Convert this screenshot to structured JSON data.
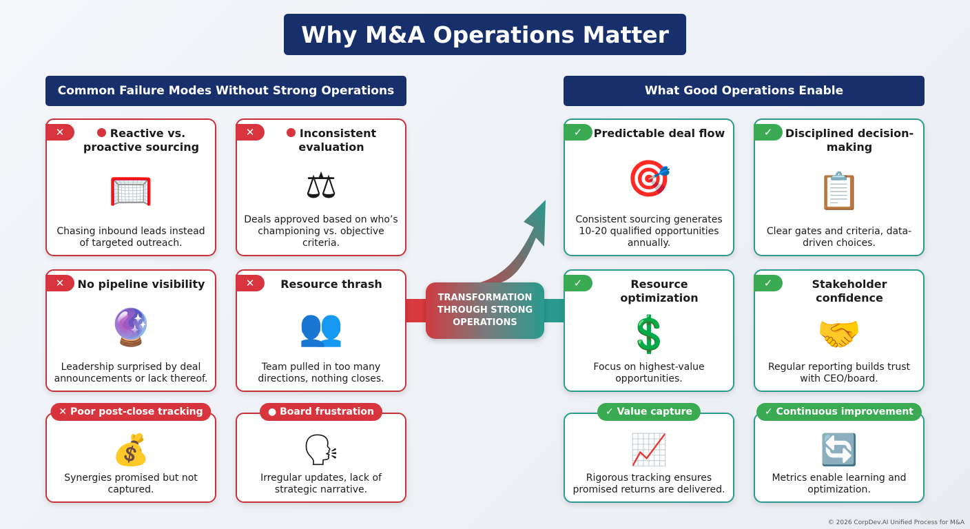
{
  "title": "Why M&A Operations Matter",
  "left_header": "Common Failure Modes Without Strong Operations",
  "right_header": "What Good Operations Enable",
  "center_label": "TRANSFORMATION THROUGH STRONG OPERATIONS",
  "footer": "© 2026 CorpDev.AI Unified Process for M&A",
  "colors": {
    "navy": "#17306b",
    "red": "#d8343d",
    "teal": "#2a9a8e",
    "green": "#3aab52"
  },
  "failures": [
    {
      "title": "Reactive vs. proactive sourcing",
      "desc": "Chasing inbound leads instead of targeted outreach.",
      "icon": "person-with-net-icon",
      "glyph": "🥅",
      "dot": true
    },
    {
      "title": "Inconsistent evaluation",
      "desc": "Deals approved based on who’s championing vs. objective criteria.",
      "icon": "unbalanced-scale-icon",
      "glyph": "⚖",
      "dot": true
    },
    {
      "title": "No pipeline visibility",
      "desc": "Leadership surprised by deal announcements or lack thereof.",
      "icon": "crystal-ball-icon",
      "glyph": "🔮"
    },
    {
      "title": "Resource thrash",
      "desc": "Team pulled in too many directions, nothing closes.",
      "icon": "team-arrows-icon",
      "glyph": "👥"
    },
    {
      "title": "Poor post-close tracking",
      "desc": "Synergies promised but not captured.",
      "icon": "leaking-treasure-chest-icon",
      "glyph": "💰",
      "pill": true,
      "pill_mark": "✕"
    },
    {
      "title": "Board frustration",
      "desc": "Irregular updates, lack of strategic narrative.",
      "icon": "frustrated-speaker-icon",
      "glyph": "🗣",
      "pill": true,
      "pill_mark": "●"
    }
  ],
  "benefits": [
    {
      "title": "Predictable deal flow",
      "desc": "Consistent sourcing generates 10-20 qualified opportunities annually.",
      "icon": "funnel-target-icon",
      "glyph": "🎯"
    },
    {
      "title": "Disciplined decision-making",
      "desc": "Clear gates and criteria, data-driven choices.",
      "icon": "checklist-gate-icon",
      "glyph": "📋"
    },
    {
      "title": "Resource optimization",
      "desc": "Focus on highest-value opportunities.",
      "icon": "team-money-icon",
      "glyph": "💲"
    },
    {
      "title": "Stakeholder confidence",
      "desc": "Regular reporting builds trust with CEO/board.",
      "icon": "handshake-report-icon",
      "glyph": "🤝"
    },
    {
      "title": "Value capture",
      "desc": "Rigorous tracking ensures promised returns are delivered.",
      "icon": "treasure-growth-icon",
      "glyph": "📈",
      "pill": true,
      "pill_mark": "✓"
    },
    {
      "title": "Continuous improvement",
      "desc": "Metrics enable learning and optimization.",
      "icon": "growth-cycle-icon",
      "glyph": "🔄",
      "pill": true,
      "pill_mark": "✓"
    }
  ]
}
